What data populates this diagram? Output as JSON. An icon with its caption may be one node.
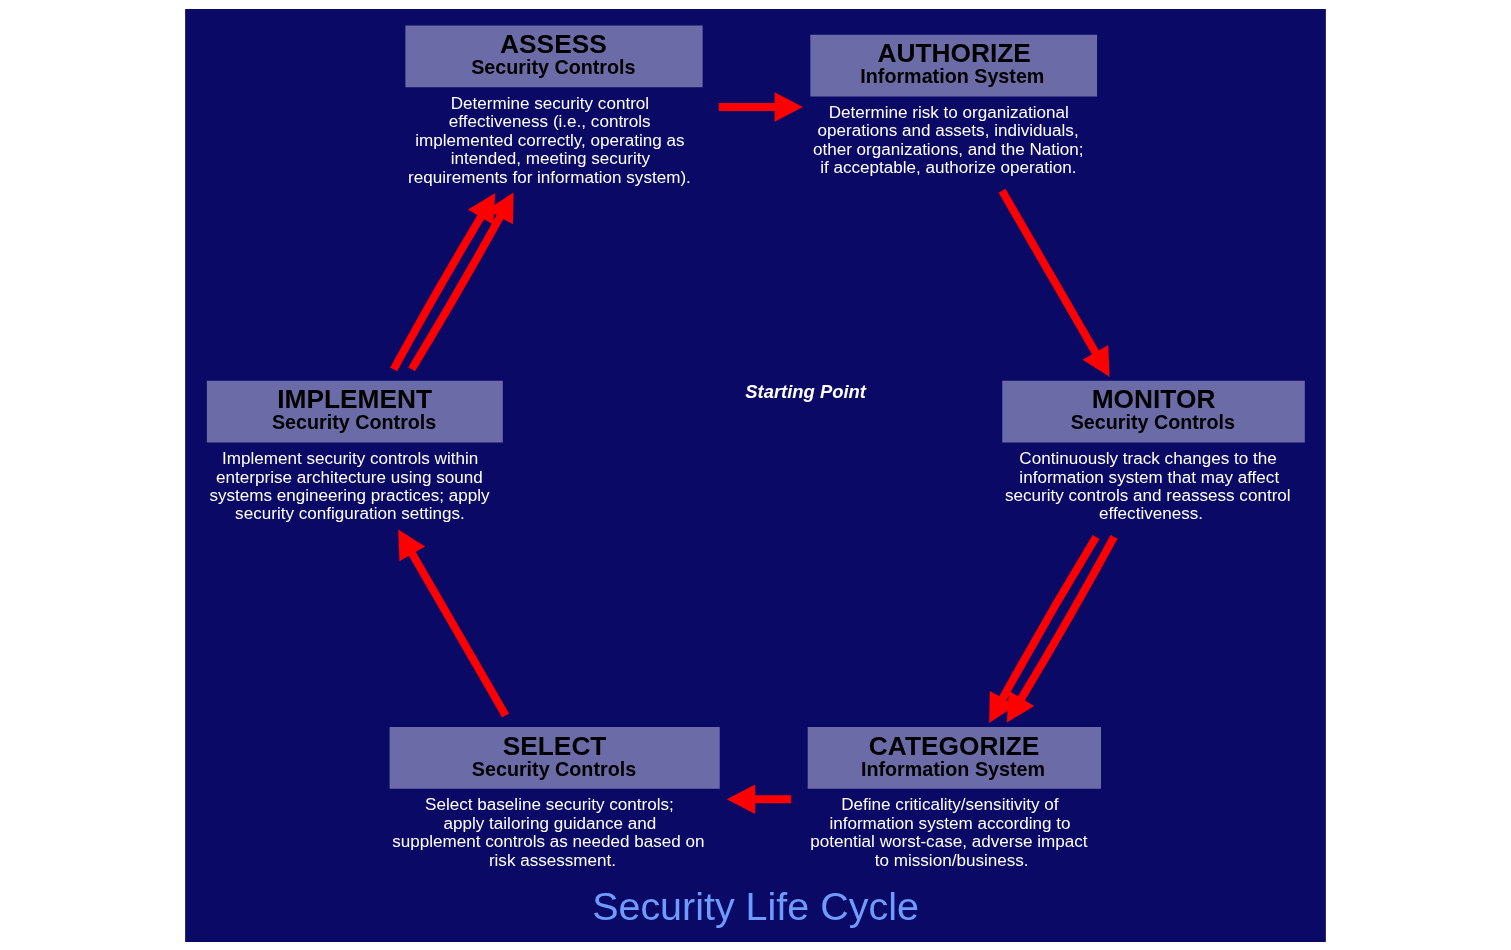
{
  "diagram": {
    "title": "Security Life Cycle",
    "nodes": [
      {
        "text": [
          "CATEGORIZE",
          "Information System"
        ],
        "beside": [
          "Define criticality/sensitivity of information system according to potential worst-case, adverse impact to mission/business."
        ]
      },
      {
        "text": [
          "SELECT",
          "Security Controls"
        ],
        "beside": [
          "Select baseline security controls; apply tailoring guidance and supplement controls as needed based on risk assessment."
        ]
      },
      {
        "text": [
          "IMPLEMENT",
          "Security Controls"
        ],
        "beside": [
          "Implement security controls within enterprise architecture using sound systems engineering practices; apply security configuration settings."
        ]
      },
      {
        "text": [
          "ASSESS",
          "Security Controls"
        ],
        "beside": [
          "Determine security control effectiveness (i.e., controls implemented correctly, operating as intended, meeting security requirements for information system)."
        ]
      },
      {
        "text": [
          "AUTHORIZE",
          "Information System"
        ],
        "beside": [
          "Determine risk to organizational operations and assets, individuals, other organizations, and the Nation; if acceptable, authorize operation."
        ]
      },
      {
        "text": [
          "MONITOR",
          "Security Controls"
        ],
        "beside": [
          "Continuously track changes to the information system that may affect security controls and reassess control effectiveness."
        ]
      }
    ],
    "edges": [
      {
        "from": 5,
        "to": 0,
        "arrow": "to"
      },
      {
        "from": 0,
        "to": 1,
        "arrow": "to"
      },
      {
        "from": 1,
        "to": 2,
        "arrow": "to"
      },
      {
        "from": 2,
        "to": 3,
        "arrow": "to"
      },
      {
        "from": 2,
        "to": 3,
        "arrow": "to"
      },
      {
        "from": 3,
        "to": 4,
        "arrow": "to"
      },
      {
        "from": 4,
        "to": 5,
        "arrow": "to"
      },
      {
        "from": 5,
        "to": 0,
        "arrow": "to"
      }
    ],
    "labels": [
      "Starting Point"
    ]
  }
}
